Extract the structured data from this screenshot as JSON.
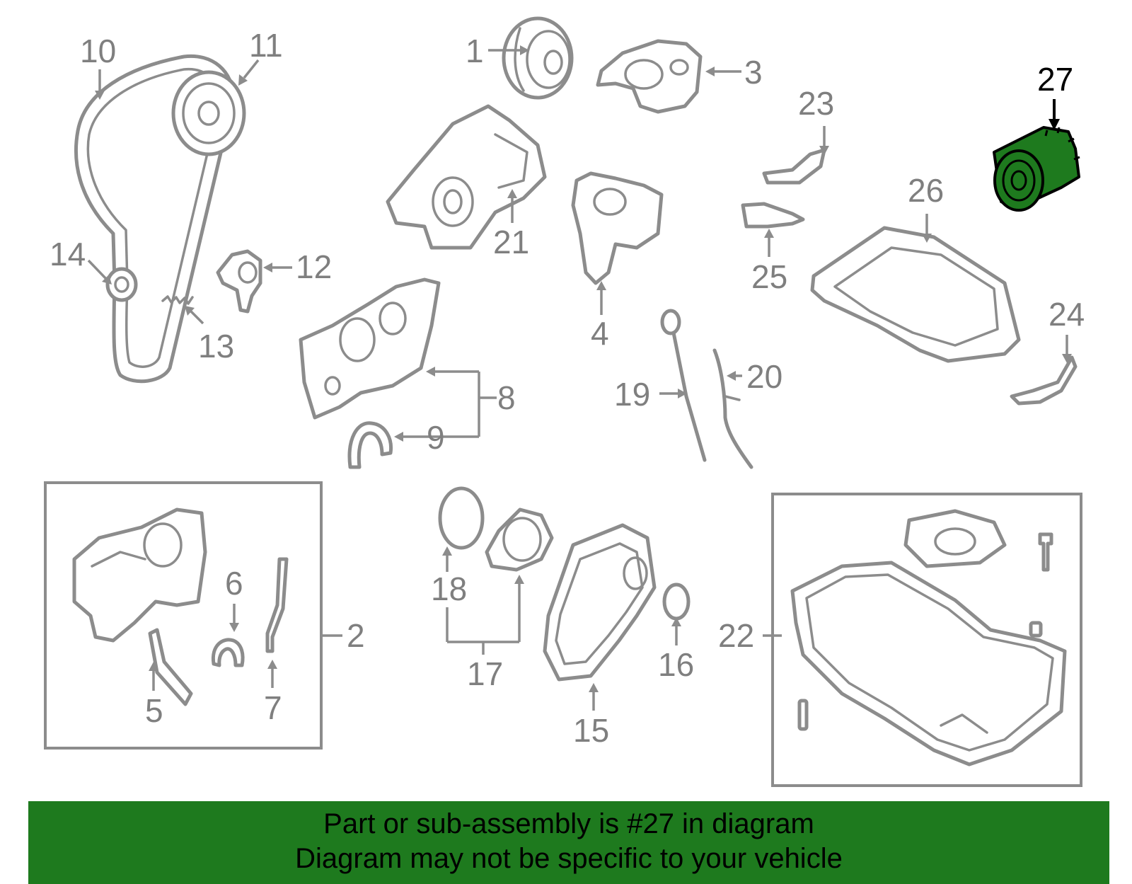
{
  "callouts": {
    "n1": "1",
    "n2": "2",
    "n3": "3",
    "n4": "4",
    "n5": "5",
    "n6": "6",
    "n7": "7",
    "n8": "8",
    "n9": "9",
    "n10": "10",
    "n11": "11",
    "n12": "12",
    "n13": "13",
    "n14": "14",
    "n15": "15",
    "n16": "16",
    "n17": "17",
    "n18": "18",
    "n19": "19",
    "n20": "20",
    "n21": "21",
    "n22": "22",
    "n23": "23",
    "n24": "24",
    "n25": "25",
    "n26": "26",
    "n27": "27"
  },
  "highlight": {
    "part_number": "27",
    "color": "#1e7a1e"
  },
  "banner": {
    "line1": "Part or sub-assembly is #27 in diagram",
    "line2": "Diagram may not be specific to your vehicle",
    "background": "#1e7a1e"
  }
}
